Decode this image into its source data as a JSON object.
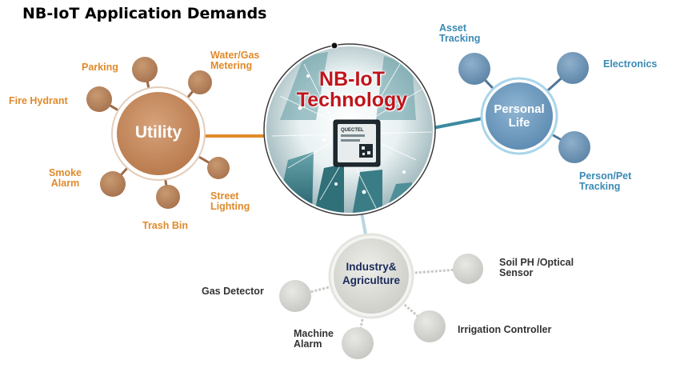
{
  "title": "NB-IoT Application Demands",
  "center": {
    "line1": "NB-IoT",
    "line2": "Technology",
    "chip_brand": "QUECTEL"
  },
  "utility": {
    "hub": "Utility",
    "items": [
      "Parking",
      "Water/Gas",
      "Metering",
      "Fire Hydrant",
      "Smoke",
      "Alarm",
      "Trash Bin",
      "Street",
      "Lighting"
    ]
  },
  "personal": {
    "hub_line1": "Personal",
    "hub_line2": "Life",
    "items": [
      "Asset",
      "Tracking",
      "Electronics",
      "Person/Pet",
      "Tracking"
    ]
  },
  "industry": {
    "hub_line1": "Industry&",
    "hub_line2": "Agriculture",
    "items": [
      "Gas Detector",
      "Soil PH /Optical",
      "Sensor",
      "Machine",
      "Alarm",
      "Irrigation Controller"
    ]
  },
  "colors": {
    "utility": "#c78d62",
    "utility_text": "#e08a2c",
    "personal": "#7aa2c2",
    "personal_text": "#3a8ab4",
    "industry": "#d6d6d2",
    "industry_text": "#1a2a5a",
    "center_text": "#c0141c"
  }
}
